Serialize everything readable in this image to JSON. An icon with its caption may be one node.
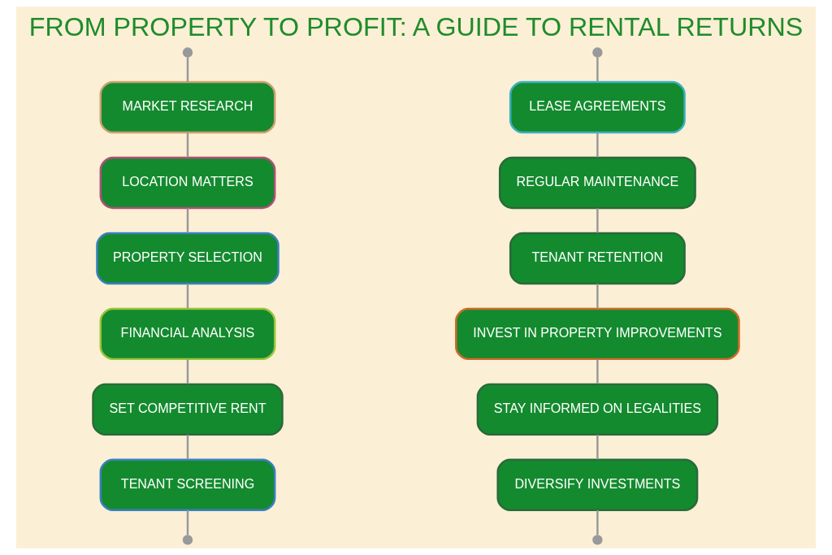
{
  "diagram": {
    "title": "FROM PROPERTY TO PROFIT: A GUIDE TO RENTAL RETURNS",
    "nodes": [
      {
        "text": [
          "MARKET RESEARCH"
        ]
      },
      {
        "text": [
          "LOCATION MATTERS"
        ]
      },
      {
        "text": [
          "PROPERTY SELECTION"
        ]
      },
      {
        "text": [
          "FINANCIAL ANALYSIS"
        ]
      },
      {
        "text": [
          "SET COMPETITIVE RENT"
        ]
      },
      {
        "text": [
          "TENANT SCREENING"
        ]
      },
      {
        "text": [
          "LEASE AGREEMENTS"
        ]
      },
      {
        "text": [
          "REGULAR MAINTENANCE"
        ]
      },
      {
        "text": [
          "TENANT RETENTION"
        ]
      },
      {
        "text": [
          "INVEST IN PROPERTY IMPROVEMENTS"
        ]
      },
      {
        "text": [
          "STAY INFORMED ON LEGALITIES"
        ]
      },
      {
        "text": [
          "DIVERSIFY INVESTMENTS"
        ]
      },
      {
        "text": [],
        "shape": "circle"
      },
      {
        "text": [],
        "shape": "circle"
      },
      {
        "text": [],
        "shape": "circle"
      },
      {
        "text": [],
        "shape": "circle"
      }
    ],
    "edges": [
      {
        "from": 12,
        "to": 0,
        "arrow": "none"
      },
      {
        "from": 0,
        "to": 1,
        "arrow": "none"
      },
      {
        "from": 1,
        "to": 2,
        "arrow": "none"
      },
      {
        "from": 2,
        "to": 3,
        "arrow": "none"
      },
      {
        "from": 3,
        "to": 4,
        "arrow": "none"
      },
      {
        "from": 4,
        "to": 5,
        "arrow": "none"
      },
      {
        "from": 5,
        "to": 14,
        "arrow": "none"
      },
      {
        "from": 13,
        "to": 6,
        "arrow": "none"
      },
      {
        "from": 6,
        "to": 7,
        "arrow": "none"
      },
      {
        "from": 7,
        "to": 8,
        "arrow": "none"
      },
      {
        "from": 8,
        "to": 9,
        "arrow": "none"
      },
      {
        "from": 9,
        "to": 10,
        "arrow": "none"
      },
      {
        "from": 10,
        "to": 11,
        "arrow": "none"
      },
      {
        "from": 11,
        "to": 15,
        "arrow": "none"
      }
    ]
  }
}
